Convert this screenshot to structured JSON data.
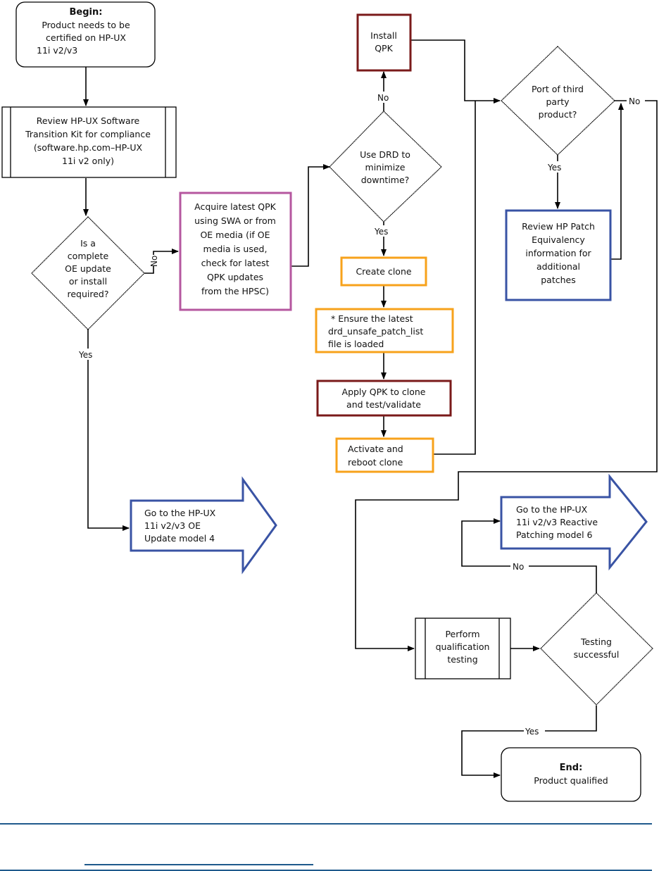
{
  "diagram": {
    "colors": {
      "line": "#000000",
      "process_magenta": "#b5579f",
      "process_darkred": "#7a1a1a",
      "process_orange": "#f7a21b",
      "process_blue": "#3953a4",
      "rule_blue": "#1f5a8c"
    },
    "nodes": {
      "begin": {
        "title": "Begin:",
        "lines": [
          "Product needs to be",
          "certified on HP-UX",
          "11i v2/v3"
        ]
      },
      "review_kit": {
        "lines": [
          "Review HP-UX Software",
          "Transition Kit for compliance",
          "(software.hp.com–HP-UX",
          "11i v2 only)"
        ]
      },
      "oe_decision": {
        "lines": [
          "Is a",
          "complete",
          "OE update",
          "or install",
          "required?"
        ]
      },
      "acquire_qpk": {
        "lines": [
          "Acquire latest QPK",
          "using SWA or from",
          "OE media (if OE",
          "media is used,",
          "check for latest",
          "QPK updates",
          "from the HPSC)"
        ]
      },
      "install_qpk": {
        "lines": [
          "Install",
          "QPK"
        ]
      },
      "drd_decision": {
        "lines": [
          "Use DRD to",
          "minimize",
          "downtime?"
        ]
      },
      "create_clone": {
        "lines": [
          "Create clone"
        ]
      },
      "ensure_list": {
        "lines": [
          "* Ensure the latest",
          "drd_unsafe_patch_list",
          "file is loaded"
        ]
      },
      "apply_qpk": {
        "lines": [
          "Apply QPK to clone",
          "and test/validate"
        ]
      },
      "activate_clone": {
        "lines": [
          "Activate and",
          "reboot clone"
        ]
      },
      "third_party_decision": {
        "lines": [
          "Port of third",
          "party",
          "product?"
        ]
      },
      "review_patch": {
        "lines": [
          "Review HP Patch",
          "Equivalency",
          "information for",
          "additional",
          "patches"
        ]
      },
      "goto_oe_update": {
        "lines": [
          "Go to the HP-UX",
          "11i v2/v3 OE",
          "Update model 4"
        ]
      },
      "goto_reactive": {
        "lines": [
          "Go to the HP-UX",
          "11i v2/v3 Reactive",
          "Patching model 6"
        ]
      },
      "perform_testing": {
        "lines": [
          "Perform",
          "qualification",
          "testing"
        ]
      },
      "testing_decision": {
        "lines": [
          "Testing",
          "successful"
        ]
      },
      "end": {
        "title": "End:",
        "lines": [
          "Product qualified"
        ]
      }
    },
    "edge_labels": {
      "oe_no": "No",
      "oe_yes": "Yes",
      "drd_no": "No",
      "drd_yes": "Yes",
      "third_no": "No",
      "third_yes": "Yes",
      "test_no": "No",
      "test_yes": "Yes"
    }
  }
}
